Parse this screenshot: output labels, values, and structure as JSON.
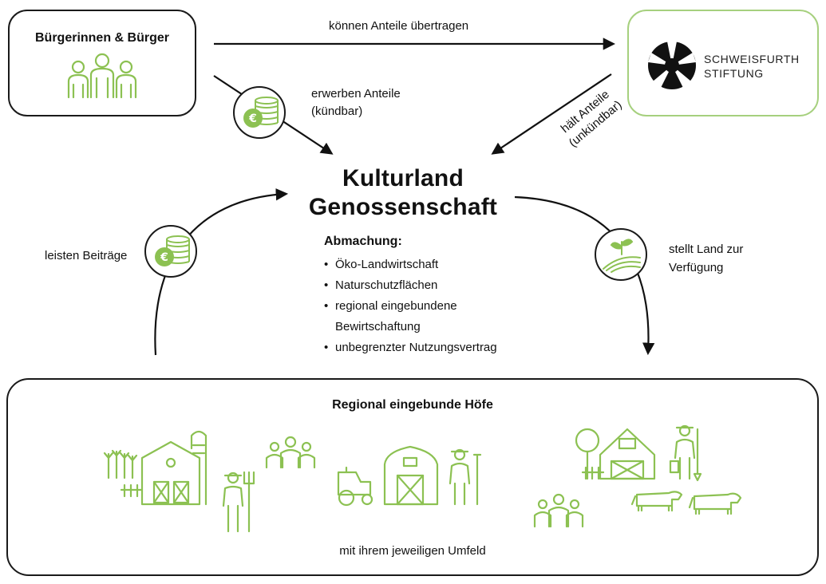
{
  "nodes": {
    "citizens": {
      "label": "Bürgerinnen & Bürger",
      "icon": "people-group-icon"
    },
    "foundation": {
      "name_line1": "SCHWEISFURTH",
      "name_line2": "STIFTUNG",
      "icon": "foundation-logo-icon"
    },
    "cooperative": {
      "title_line1": "Kulturland",
      "title_line2": "Genossenschaft"
    },
    "farms": {
      "title": "Regional eingebunde Höfe",
      "caption": "mit ihrem jeweiligen Umfeld"
    }
  },
  "agreement": {
    "heading": "Abmachung:",
    "items": [
      "Öko-Landwirtschaft",
      "Naturschutzflächen",
      "regional eingebundene",
      "Bewirtschaftung",
      "unbegrenzter Nutzungsvertrag"
    ],
    "bullet": "•"
  },
  "edges": {
    "transfer_shares": "können Anteile übertragen",
    "acquire_shares_line1": "erwerben Anteile",
    "acquire_shares_line2": "(kündbar)",
    "holds_shares_line1": "hält Anteile",
    "holds_shares_line2": "(unkündbar)",
    "contributions": "leisten Beiträge",
    "provides_land_line1": "stellt Land zur",
    "provides_land_line2": "Verfügung"
  },
  "colors": {
    "accent_green": "#8cc152",
    "border_green": "#a6d07e",
    "dark": "#1a1a1a"
  }
}
